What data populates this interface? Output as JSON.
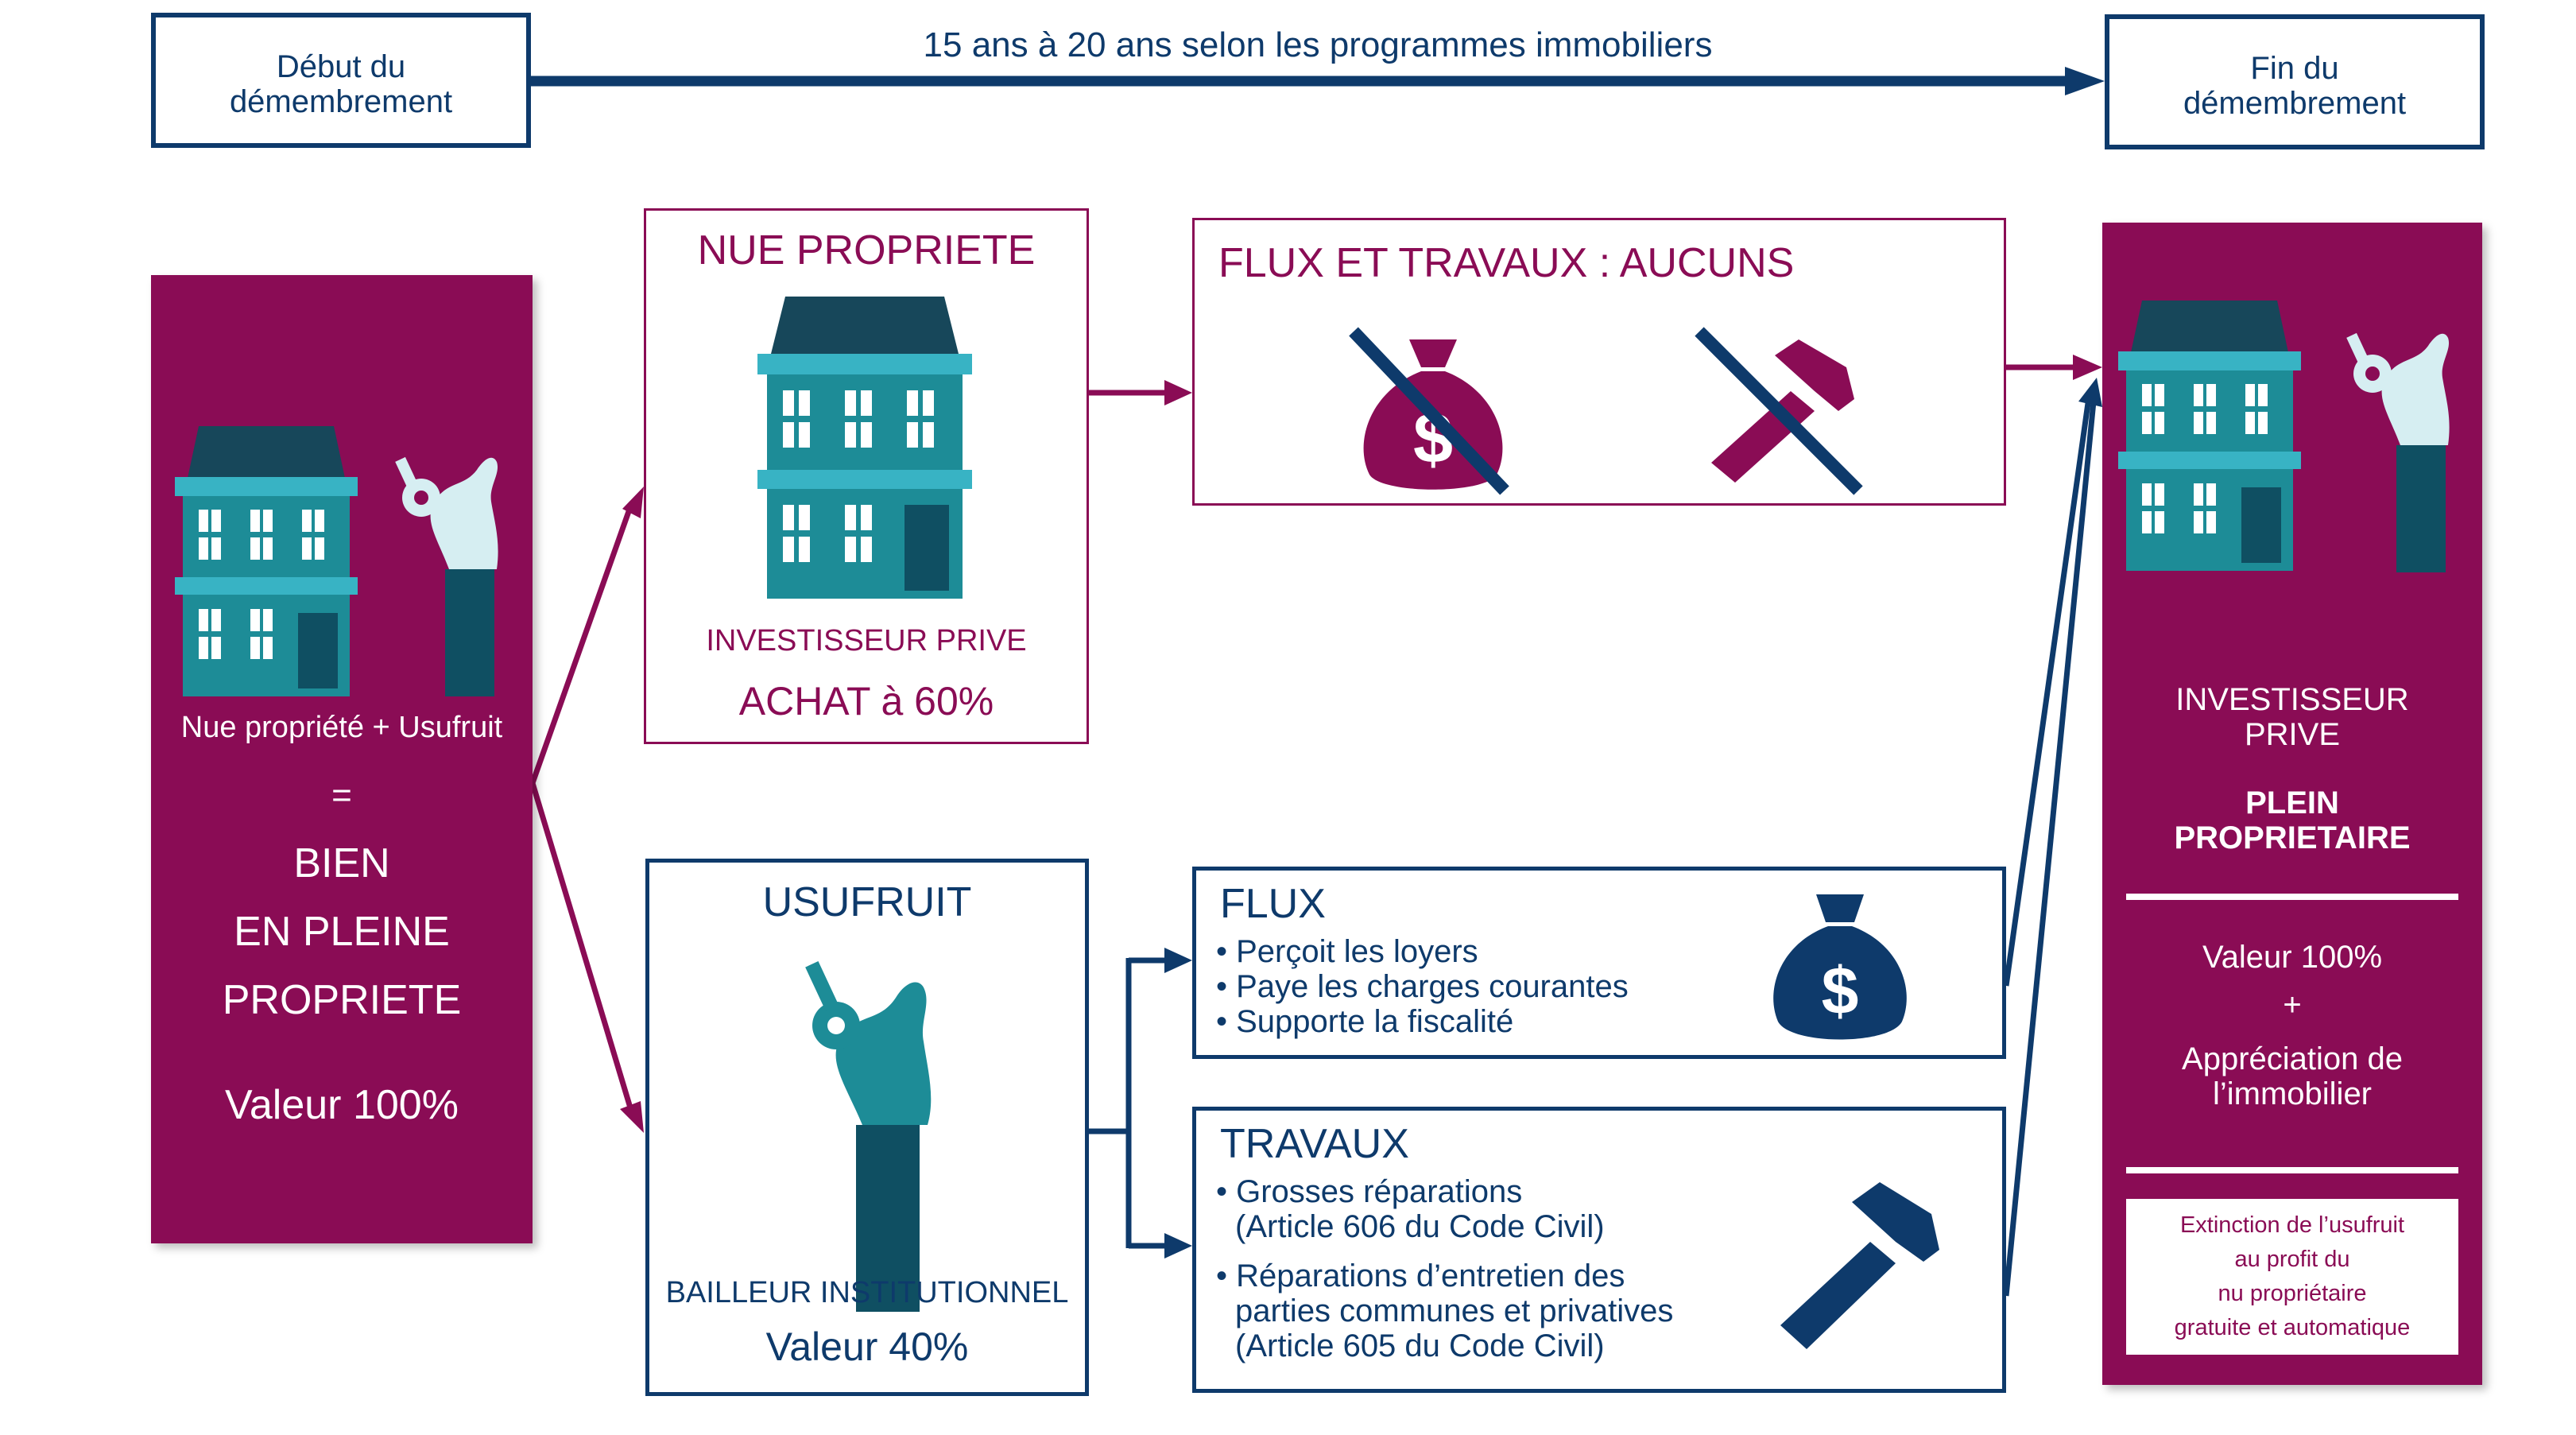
{
  "timeline": {
    "start_label_1": "Début du",
    "start_label_2": "démembrement",
    "end_label_1": "Fin du",
    "end_label_2": "démembrement",
    "duration": "15 ans à 20 ans selon les programmes immobiliers"
  },
  "left_panel": {
    "caption": "Nue propriété + Usufruit",
    "equals": "=",
    "line1": "BIEN",
    "line2": "EN PLEINE",
    "line3": "PROPRIETE",
    "value": "Valeur 100%"
  },
  "nue_propriete": {
    "title": "NUE PROPRIETE",
    "role": "INVESTISSEUR PRIVE",
    "value": "ACHAT à 60%"
  },
  "flux_travaux_aucuns": {
    "title": "FLUX ET TRAVAUX : AUCUNS"
  },
  "usufruit": {
    "title": "USUFRUIT",
    "role": "BAILLEUR INSTITUTIONNEL",
    "value": "Valeur 40%"
  },
  "flux": {
    "title": "FLUX",
    "items": [
      "• Perçoit les loyers",
      "• Paye les charges courantes",
      "• Supporte la fiscalité"
    ]
  },
  "travaux": {
    "title": "TRAVAUX",
    "item1_line1": "• Grosses réparations",
    "item1_line2": "(Article 606 du Code Civil)",
    "item2_line1": "• Réparations d’entretien des",
    "item2_line2": "parties communes et privatives",
    "item2_line3": "(Article 605 du Code Civil)"
  },
  "right_panel": {
    "role_1": "INVESTISSEUR",
    "role_2": "PRIVE",
    "status_1": "PLEIN",
    "status_2": "PROPRIETAIRE",
    "value": "Valeur 100%",
    "plus": "+",
    "appreciation_1": "Appréciation de",
    "appreciation_2": "l’immobilier",
    "note_1": "Extinction de l’usufruit",
    "note_2": "au profit du",
    "note_3": "nu propriétaire",
    "note_4": "gratuite et automatique"
  },
  "colors": {
    "plum": "#8a0c55",
    "navy": "#0e3a6b",
    "teal": "#1d8c97",
    "teal_light": "#38b3c4",
    "building_dark": "#0f4f62"
  },
  "icons": [
    "building-icon",
    "hand-key-icon",
    "money-bag-icon",
    "hammer-icon",
    "no-money-icon",
    "no-hammer-icon"
  ]
}
